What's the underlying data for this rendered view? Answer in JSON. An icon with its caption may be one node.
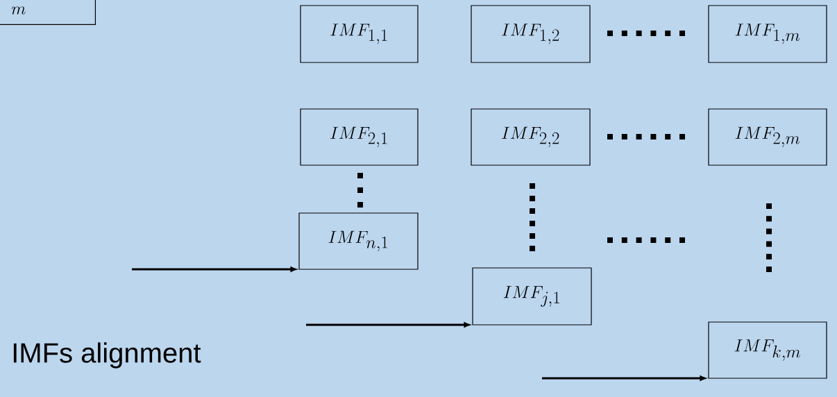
{
  "diagram": {
    "nodes": [
      {
        "text": [
          "m"
        ]
      },
      {
        "text": [
          "IMF_{1,1}"
        ]
      },
      {
        "text": [
          "IMF_{1,2}"
        ]
      },
      {
        "text": [
          "IMF_{1,m}"
        ]
      },
      {
        "text": [
          "IMF_{2,1}"
        ]
      },
      {
        "text": [
          "IMF_{2,2}"
        ]
      },
      {
        "text": [
          "IMF_{2,m}"
        ]
      },
      {
        "text": [
          "IMF_{n,1}"
        ]
      },
      {
        "text": [
          "IMF_{j,1}"
        ]
      },
      {
        "text": [
          "IMF_{k,m}"
        ]
      }
    ],
    "edges": [
      {
        "from": null,
        "to": 7,
        "arrow": "to"
      },
      {
        "from": null,
        "to": 8,
        "arrow": "to"
      },
      {
        "from": null,
        "to": 9,
        "arrow": "to"
      }
    ],
    "labels": [
      "IMFs alignment"
    ]
  }
}
